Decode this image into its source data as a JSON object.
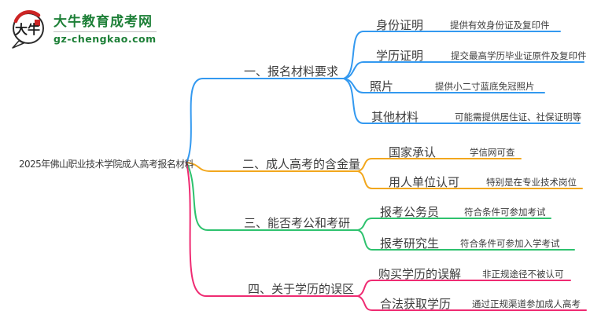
{
  "site": {
    "logo_badge": "大牛",
    "logo_title": "大牛教育成考网",
    "logo_url": "gz-chengkao.com",
    "logo_green": "#1e8038",
    "logo_red": "#cc2424",
    "logo_ink": "#2b2b2b"
  },
  "root": {
    "label": "2025年佛山职业技术学院成人高考报名材料"
  },
  "branches": [
    {
      "label": "一、报名材料要求",
      "color": "#3399f0",
      "children": [
        {
          "label": "身份证明",
          "desc": "提供有效身份证及复印件"
        },
        {
          "label": "学历证明",
          "desc": "提交最高学历毕业证原件及复印件"
        },
        {
          "label": "照片",
          "desc": "提供小二寸蓝底免冠照片"
        },
        {
          "label": "其他材料",
          "desc": "可能需提供居住证、社保证明等"
        }
      ]
    },
    {
      "label": "二、成人高考的含金量",
      "color": "#f2a71d",
      "children": [
        {
          "label": "国家承认",
          "desc": "学信网可查"
        },
        {
          "label": "用人单位认可",
          "desc": "特别是在专业技术岗位"
        }
      ]
    },
    {
      "label": "三、能否考公和考研",
      "color": "#2ec26e",
      "children": [
        {
          "label": "报考公务员",
          "desc": "符合条件可参加考试"
        },
        {
          "label": "报考研究生",
          "desc": "符合条件可参加入学考试"
        }
      ]
    },
    {
      "label": "四、关于学历的误区",
      "color": "#ef2b72",
      "children": [
        {
          "label": "购买学历的误解",
          "desc": "非正规途径不被认可"
        },
        {
          "label": "合法获取学历",
          "desc": "通过正规渠道参加成人高考"
        }
      ]
    }
  ]
}
